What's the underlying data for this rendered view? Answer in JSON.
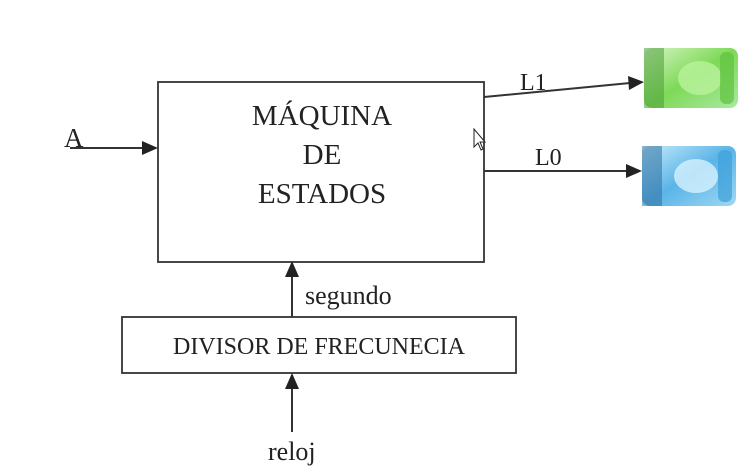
{
  "diagram": {
    "state_machine": {
      "line1": "MÁQUINA",
      "line2": "DE",
      "line3": "ESTADOS"
    },
    "divider_label": "DIVISOR DE FRECUNECIA",
    "input_label": "A",
    "output_l1_label": "L1",
    "output_l0_label": "L0",
    "second_signal_label": "segundo",
    "clock_label": "reloj",
    "colors": {
      "led_green": "#7ed957",
      "led_blue": "#5ab4e8",
      "line": "#333333"
    },
    "icons": [
      "led-green-icon",
      "led-blue-icon",
      "mouse-cursor-icon"
    ]
  }
}
